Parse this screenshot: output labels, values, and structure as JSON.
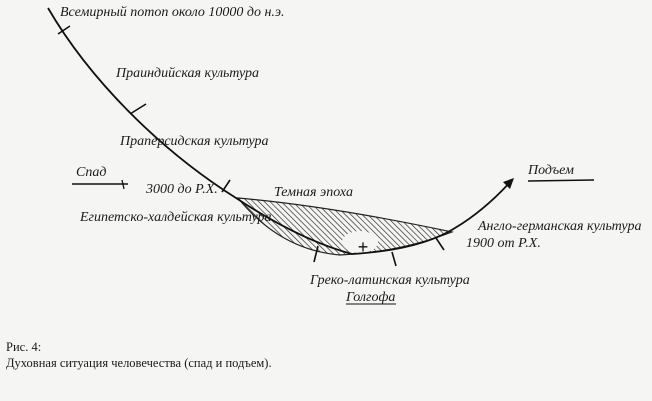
{
  "labels": {
    "flood": "Всемирный потоп около 10000 до н.э.",
    "proto_indian": "Праиндийская культура",
    "proto_persian": "Праперсидская культура",
    "decline": "Спад",
    "date_3000": "3000 до Р.Х.",
    "dark_age": "Темная эпоха",
    "egypt_chaldea": "Египетско-халдейская культура",
    "greco_latin": "Греко-латинская культура",
    "golgotha": "Голгофа",
    "anglo_german": "Англо-германская культура",
    "date_1900": "1900 от Р.Х.",
    "rise": "Подъем",
    "cross": "+"
  },
  "caption": {
    "line1": "Рис. 4:",
    "line2": "Духовная ситуация человечества (спад и подъем)."
  }
}
